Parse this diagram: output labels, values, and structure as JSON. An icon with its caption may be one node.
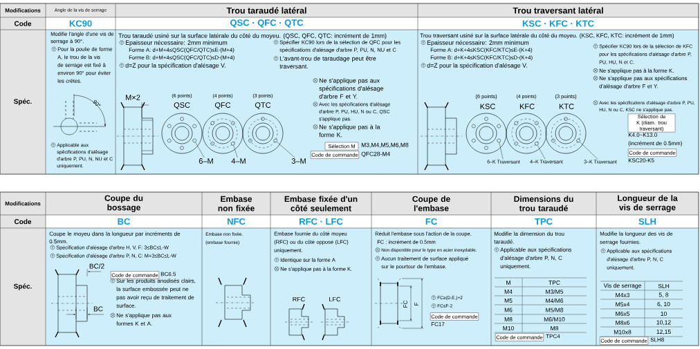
{
  "diagram": {
    "nodes": [
      {
        "text": [
          "Sélection M"
        ],
        "beside": [
          "M3,M4,M5,M6,M8"
        ]
      },
      {
        "text": [
          "Code de commande"
        ],
        "beside": [
          "QFC28-M4"
        ]
      },
      {
        "text": [
          "6–M"
        ]
      },
      {
        "text": [
          "4–M"
        ]
      },
      {
        "text": [
          "3–M"
        ]
      },
      {
        "text": [
          "Sélection de K (diam. trou traversant)"
        ],
        "beside": [
          "K4.0~K13.0",
          "(incrément de 0.5mm)"
        ]
      },
      {
        "text": [
          "Code de commande"
        ],
        "beside": [
          "KSC20-K5"
        ]
      },
      {
        "text": [
          "6–K Traversant"
        ]
      },
      {
        "text": [
          "4–K Traversant"
        ]
      },
      {
        "text": [
          "3–K Traversant"
        ]
      },
      {
        "text": [
          "Code de commande"
        ],
        "beside": [
          "BC6.5"
        ]
      },
      {
        "text": [
          "Code de commande"
        ],
        "beside": [
          "FC17"
        ]
      },
      {
        "text": [
          "Code de commande"
        ],
        "beside": [
          "TPC4"
        ]
      },
      {
        "text": [
          "Code de commande"
        ],
        "beside": [
          "SLH8"
        ]
      },
      {
        "text": [],
        "shape": "circle"
      },
      {
        "text": [],
        "shape": "circle"
      },
      {
        "text": [],
        "shape": "circle"
      },
      {
        "text": [],
        "shape": "circle"
      },
      {
        "text": [],
        "shape": "circle"
      },
      {
        "text": [],
        "shape": "circle"
      }
    ],
    "edges": [
      {
        "from": 2,
        "to": 14,
        "arrow": "none"
      },
      {
        "from": 3,
        "to": 15,
        "arrow": "none"
      },
      {
        "from": 4,
        "to": 16,
        "arrow": "none"
      },
      {
        "from": 7,
        "to": 17,
        "arrow": "none"
      },
      {
        "from": 8,
        "to": 18,
        "arrow": "none"
      },
      {
        "from": 9,
        "to": 19,
        "arrow": "none"
      }
    ],
    "labels": [
      "Modifications",
      "Angle de la vis de serrage",
      "Trou taraudé latéral",
      "Trou traversant latéral",
      "Code",
      "KC90",
      "QSC · QFC · QTC",
      "KSC · KFC · KTC",
      "Spéc.",
      "Modifie l'angle d'une vis de serrage à 90°.",
      "Pour la poulie de forme A, le trou de la vis de serrage est fixé à environ 90° pour éviter les crêtes.",
      "90°",
      "Applicable aux spécifications d'alésage d'arbre P, PU, N, NU et C uniquement.",
      "Trou taraudé usiné sur la surface latérale du côté du moyeu. (QSC, QFC, QTC: incrément de 1mm)",
      "Epaisseur nécessaire: 2mm minimum",
      "Forme A: d+M+4≤QSC(QFC/QTC)≤E-(M+4)",
      "Forme B: d+M+4≤QSC(QFC/QTC)≤D-(M+4)",
      "d=Z pour la spécification d'alésage V.",
      "Spécifier KC90 lors de la sélection de QFC pour les spécifications d'alésage d'arbre P, PU, N, NU et C",
      "L'avant-trou de taraudage peut être traversant.",
      "Ne s'applique pas aux spécifications d'alésage d'arbre F et Y.",
      "Avec les spécifications d'alésage d'arbre P, PU, HU, N ou C, QSC s'applique pas.",
      "Ne s'applique pas à la forme K.",
      "M×2",
      "(6 points)",
      "QSC",
      "(4 points)",
      "QFC",
      "(3 points)",
      "QTC",
      "Trou traversant usiné sur la surface latérale du côté du moyeu. (KSC, KFC, KTC: incrément de 1mm)",
      "Epaisseur nécessaire: 2mm minimum",
      "Forme A: d+K+4≤KSC(KFC/KTC)≤E-(K+4)",
      "Forme B: d+K+4≤KSC(KFC/KTC)≤D-(K+4)",
      "d=Z pour la spécification d'alésage V.",
      "Spécifier KC90 lors de la sélection de KFC pour les spécifications d'alésage d'arbre P, PU, HU, N et C.",
      "Ne s'applique pas à la forme K.",
      "Ne s'applique pas aux spécifications d'alésage d'arbre F et Y.",
      "Avec les spécifications d'alésage d'arbre P, PU, HU, N ou C, KSC ne s'applique pas.",
      "(6 points)",
      "KSC",
      "(4 points)",
      "KFC",
      "(3 points)",
      "KTC",
      "Modifications",
      "Coupe du bossage",
      "Embase non fixée",
      "Embase fixée d'un côté seulement",
      "Coupe de l'embase",
      "Dimensions du trou taraudé",
      "Longueur de la vis de serrage",
      "Code",
      "BC",
      "NFC",
      "RFC · LFC",
      "FC",
      "TPC",
      "SLH",
      "Spéc.",
      "Coupe le moyeu dans la longueur par incréments de 0.5mm.",
      "Spécification d'alésage d'arbre H, V, F: 3≤BC≤L-W",
      "Spécification d'alésage d'arbre P, N, C: M+3≤BC≤L-W",
      "BC/2",
      "BC",
      "Sur les produits anodisés clairs, la surface embossée peut ne pas avoir reçu de traitement de surface.",
      "Ne s'applique pas aux formes K et A.",
      "Embase non fixée.",
      "(embase fournie)",
      "Embase fournie du côté moyeu (RFC) ou du côté opposé (LFC) uniquement.",
      "Identique sur la forme A",
      "Ne s'applique pas à la forme K.",
      "RFC",
      "LFC",
      "Réduit l'embase sous l'action de la coupe.",
      "FC : incrément de 0.5mm",
      "Non disponible pour le type en acier inoxydable.",
      "Aucun traitement de surface appliqué sur le pourtour de l'embase.",
      "FC",
      "F",
      "FC≥(D.E.)+2",
      "FC≤F-2",
      "Modifie la dimension du trou taraudé.",
      "Applicable aux spécifications d'alésage d'arbre P, N, C uniquement.",
      "M",
      "TPC",
      "M4",
      "M3/M5",
      "M5",
      "M4/M6",
      "M6",
      "M5/M8",
      "M8",
      "M6/M10",
      "M10",
      "M8",
      "Modifie la longueur des vis de serrage fournies.",
      "Applicable aux spécifications d'alésage d'arbre P, N, C uniquement.",
      "Vis de serrage",
      "SLH",
      "M4x3",
      "5, 8",
      "M5x4",
      "6, 10",
      "M6x5",
      "10",
      "M8x6",
      "10,12",
      "M10x8",
      "12,15"
    ]
  }
}
